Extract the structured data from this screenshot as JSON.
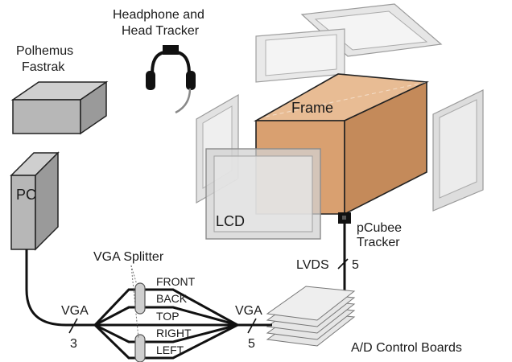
{
  "labels": {
    "headphone_line1": "Headphone and",
    "headphone_line2": "Head Tracker",
    "polhemus_line1": "Polhemus",
    "polhemus_line2": "Fastrak",
    "frame": "Frame",
    "pc": "PC",
    "lcd": "LCD",
    "pcubee_line1": "pCubee",
    "pcubee_line2": "Tracker",
    "lvds": "LVDS",
    "lvds_count": "5",
    "vga_splitter": "VGA Splitter",
    "front": "FRONT",
    "back": "BACK",
    "top": "TOP",
    "right": "RIGHT",
    "left": "LEFT",
    "vga_in": "VGA",
    "vga_in_count": "3",
    "vga_out": "VGA",
    "vga_out_count": "5",
    "ad_boards": "A/D Control Boards"
  },
  "colors": {
    "cube_front": "#d9a070",
    "cube_top": "#e8bc94",
    "cube_side": "#b98052",
    "pc_box": "#b7b7b7",
    "fastrak_box": "#b7b7b7",
    "panel": "#dcdcdc"
  }
}
